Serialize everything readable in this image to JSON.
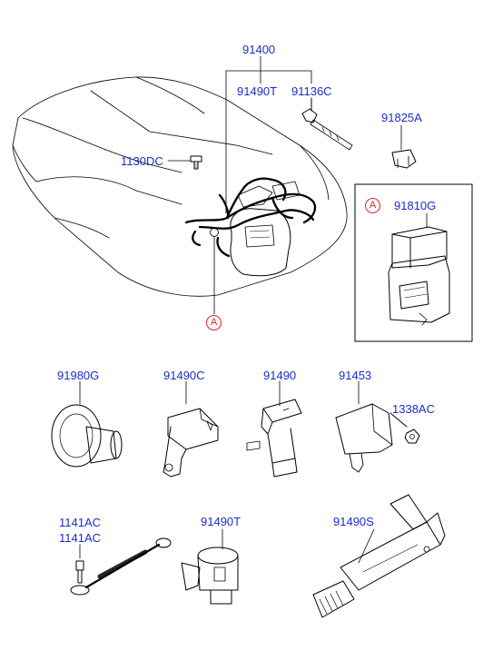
{
  "diagram": {
    "colors": {
      "label": "#1a2bd0",
      "line": "#000000",
      "callout": "#e0242a"
    },
    "callout_letter": "A",
    "parts": {
      "p91400": "91400",
      "p91490T_top": "91490T",
      "p91136C": "91136C",
      "p91825A": "91825A",
      "p1130DC": "1130DC",
      "p91810G": "91810G",
      "p91980G": "91980G",
      "p91490C": "91490C",
      "p91490": "91490",
      "p91453": "91453",
      "p1338AC": "1338AC",
      "p1141AC_a": "1141AC",
      "p1141AC_b": "1141AC",
      "p91490T_bottom": "91490T",
      "p91490S": "91490S"
    }
  }
}
